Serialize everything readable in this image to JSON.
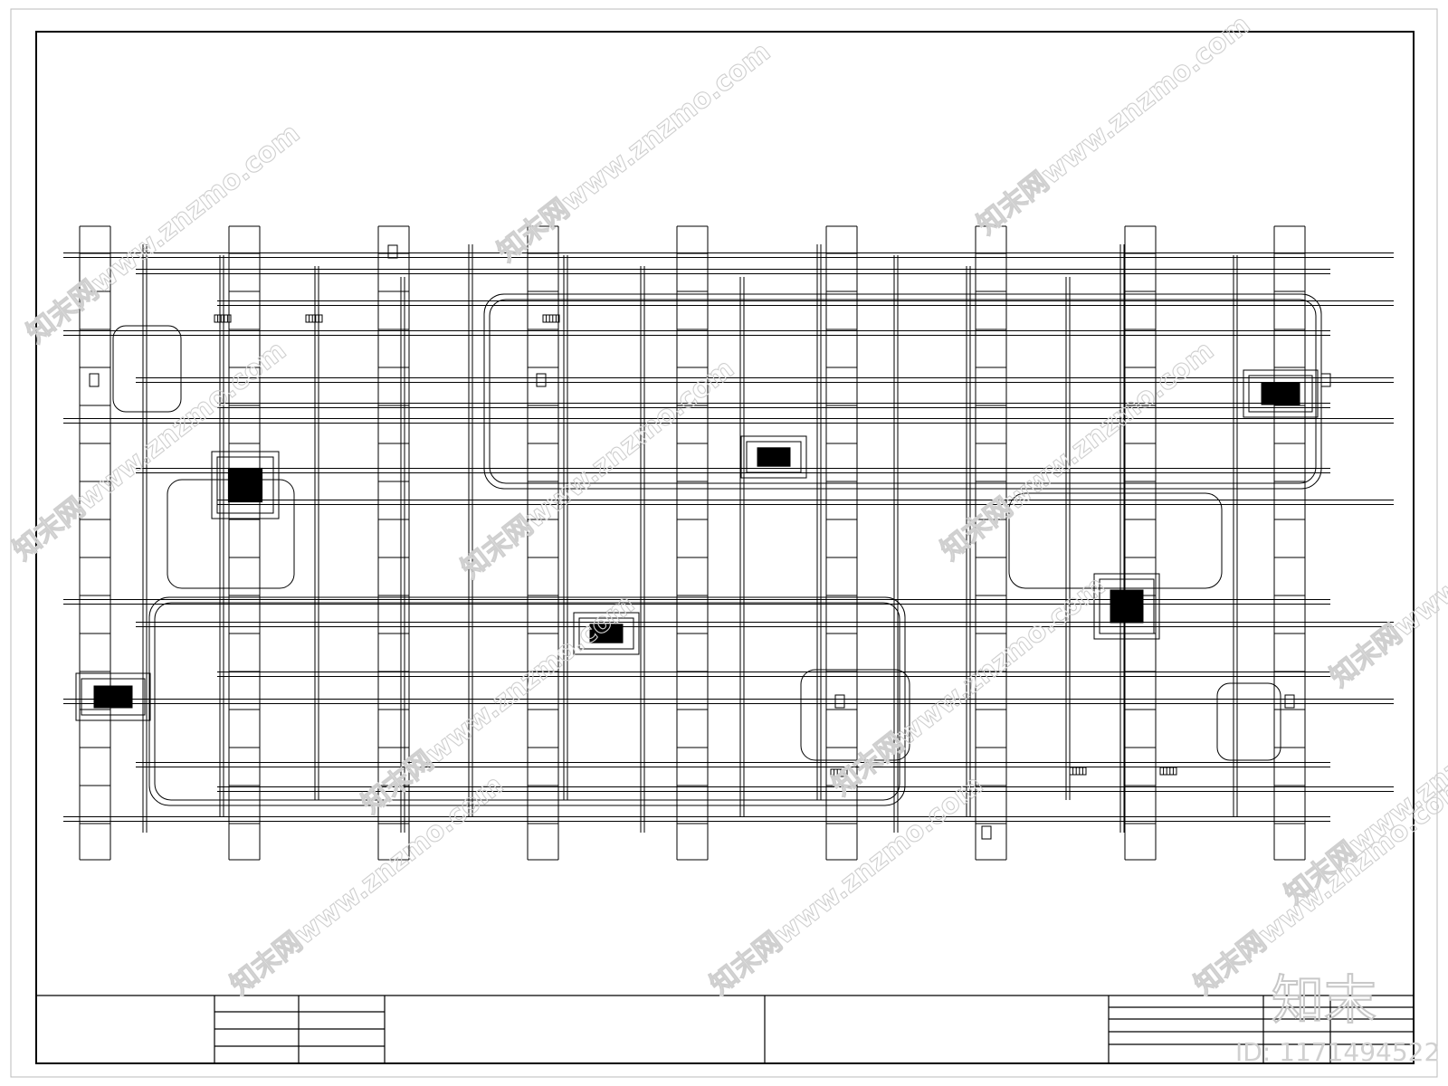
{
  "drawing": {
    "type": "CAD HVAC duct and pipe layout plan",
    "line_color": "#000000",
    "background": "#ffffff"
  },
  "watermark": {
    "text": "知末网www.znzmo.com",
    "color": "#cfcfcf"
  },
  "logo": {
    "text": "知末",
    "color": "#c8c8c8"
  },
  "image_id": {
    "text": "ID: 1171494522"
  },
  "title_block": {
    "cells": [
      "",
      "",
      "",
      "",
      "",
      ""
    ]
  }
}
